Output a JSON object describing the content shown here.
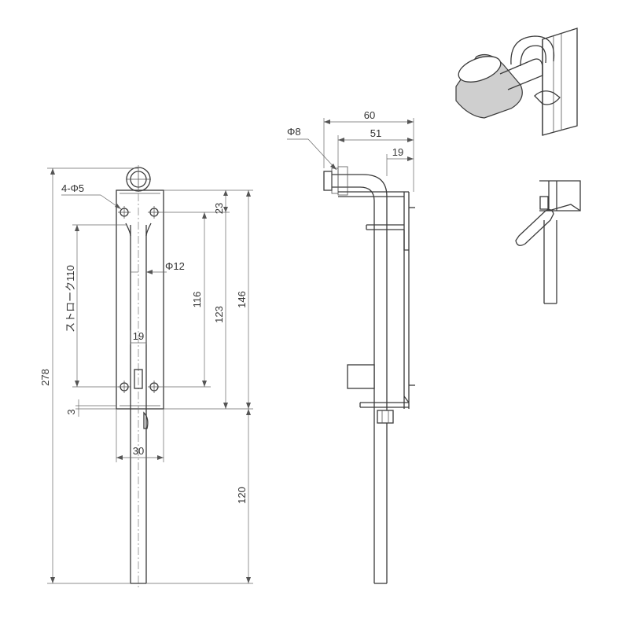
{
  "front_view": {
    "dim_total": "278",
    "dim_stroke": "ストローク110",
    "dim_hole": "4-Φ5",
    "dim_top": "23",
    "dim_rod": "Φ12",
    "dim_116": "116",
    "dim_123": "123",
    "dim_146": "146",
    "dim_19": "19",
    "dim_3": "3",
    "dim_30": "30",
    "dim_120": "120"
  },
  "side_view": {
    "dim_phi8": "Φ8",
    "dim_60": "60",
    "dim_51": "51",
    "dim_19": "19"
  }
}
